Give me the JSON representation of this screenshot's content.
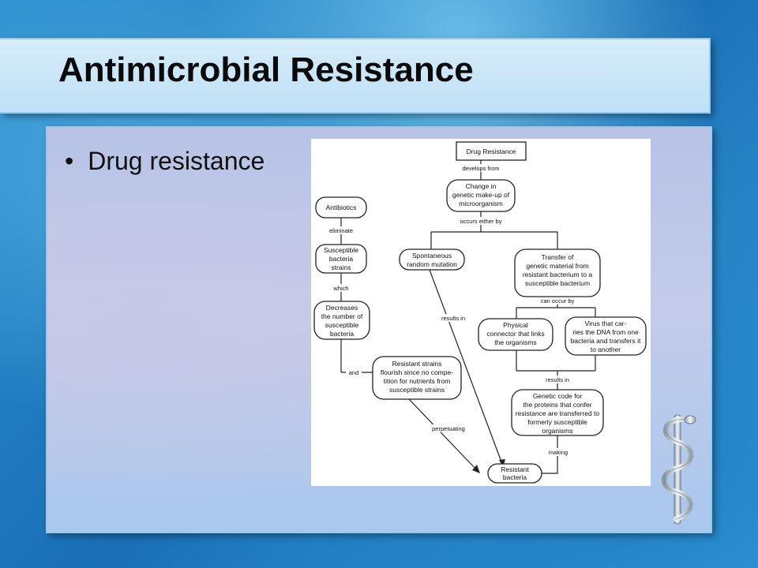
{
  "slide": {
    "title": "Antimicrobial Resistance",
    "bullets": [
      "Drug resistance"
    ]
  },
  "diagram": {
    "nodes": {
      "drug_resistance": [
        "Drug Resistance"
      ],
      "change": [
        "Change in",
        "genetic make-up of",
        "microorganism"
      ],
      "antibiotics": [
        "Antibiotics"
      ],
      "susceptible": [
        "Susceptible",
        "bacteria",
        "strains"
      ],
      "decreases": [
        "Decreases",
        "the number of",
        "susceptible",
        "bacteria"
      ],
      "spontaneous": [
        "Spontaneous",
        "random mutation"
      ],
      "transfer": [
        "Transfer of",
        "genetic material from",
        "resistant bacterium to a",
        "susceptible bacterium"
      ],
      "physical": [
        "Physical",
        "connector that links",
        "the organisms"
      ],
      "virus": [
        "Virus that car-",
        "ries the DNA from one",
        "bacteria and transfers it",
        "to another"
      ],
      "flourish": [
        "Resistant strains",
        "flourish since no compe-",
        "tition for nutrients from",
        "susceptible strains"
      ],
      "genetic_code": [
        "Genetic code for",
        "the proteins that confer",
        "resistance are transferred to",
        "formerly susceptible",
        "organisms"
      ],
      "resistant": [
        "Resistant",
        "bacteria"
      ]
    },
    "labels": {
      "develops_from": "develops from",
      "occurs_either_by": "occurs either by",
      "eliminate": "eliminate",
      "which": "which",
      "and": "and",
      "results_in_left": "results in",
      "can_occur_by": "can occur by",
      "results_in_right": "results in",
      "perpetuating": "perpetuating",
      "making": "making"
    }
  }
}
